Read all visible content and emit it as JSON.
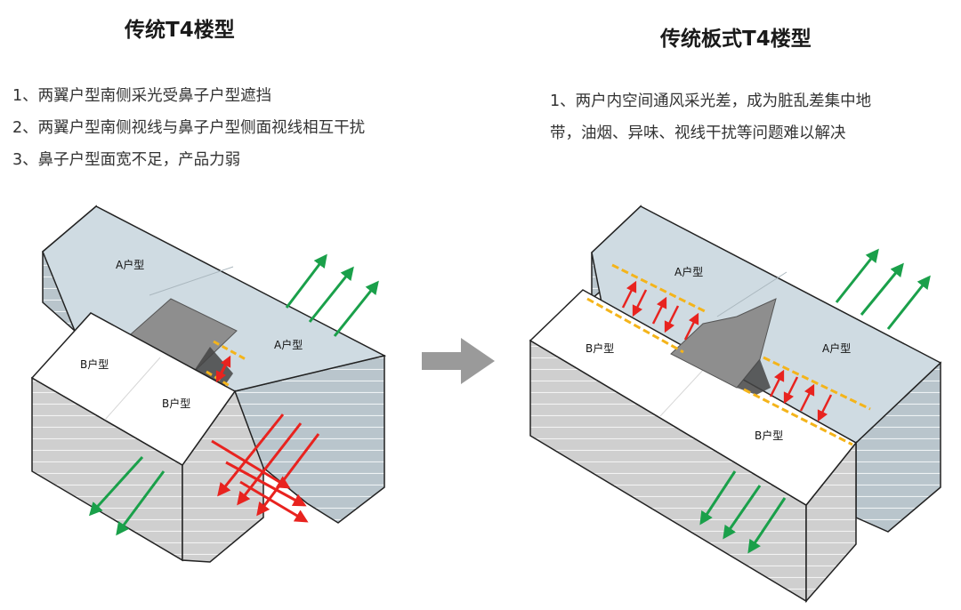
{
  "left": {
    "title": "传统T4楼型",
    "notes": [
      "1、两翼户型南侧采光受鼻子户型遮挡",
      "2、两翼户型南侧视线与鼻子户型侧面视线相互干扰",
      "3、鼻子户型面宽不足，产品力弱"
    ],
    "labels": {
      "a1": "A户型",
      "a2": "A户型",
      "b1": "B户型",
      "b2": "B户型"
    }
  },
  "right": {
    "title": "传统板式T4楼型",
    "notes": [
      "1、两户内空间通风采光差，成为脏乱差集中地",
      "带，油烟、异味、视线干扰等问题难以解决"
    ],
    "labels": {
      "a1": "A户型",
      "a2": "A户型",
      "b1": "B户型",
      "b2": "B户型"
    }
  },
  "colors": {
    "roof_a": "#cfdbe2",
    "roof_b": "#ffffff",
    "core": "#8e8e8e",
    "green_arrow": "#1aa04a",
    "red_arrow": "#e8231f",
    "yellow_dash": "#f4b41a",
    "transition_arrow": "#9a9a9a"
  },
  "icons": [
    "green-arrow-icon",
    "red-arrow-icon",
    "transition-arrow-icon"
  ]
}
